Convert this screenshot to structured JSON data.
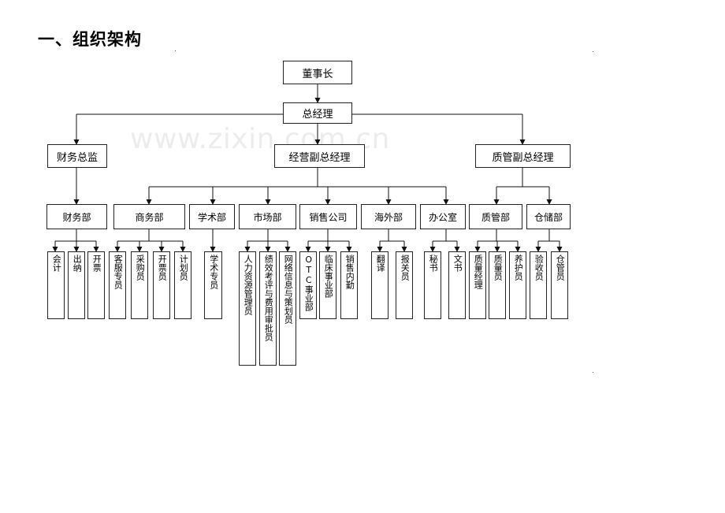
{
  "title": "一、组织架构",
  "watermark": "www.zixin.com.cn",
  "chairman": "董事长",
  "gm": "总经理",
  "vps": [
    "财务总监",
    "经营副总经理",
    "质管副总经理"
  ],
  "departments": [
    "财务部",
    "商务部",
    "学术部",
    "市场部",
    "销售公司",
    "海外部",
    "办公室",
    "质管部",
    "仓储部"
  ],
  "positions": {
    "finance": [
      "会计",
      "出纳",
      "开票"
    ],
    "commerce": [
      "客服专员",
      "采购员",
      "开票员",
      "计划员"
    ],
    "academic": [
      "学术专员"
    ],
    "marketing": [
      "人力资源管理员",
      "绩效考评与费用审批员",
      "网络信息与策划员"
    ],
    "sales": [
      "OTC事业部",
      "临床事业部",
      "销售内勤"
    ],
    "overseas": [
      "翻译",
      "报关员"
    ],
    "office": [
      "秘书",
      "文书"
    ],
    "quality": [
      "质量经理",
      "质量员",
      "养护员"
    ],
    "storage": [
      "验收员",
      "仓管员"
    ]
  }
}
